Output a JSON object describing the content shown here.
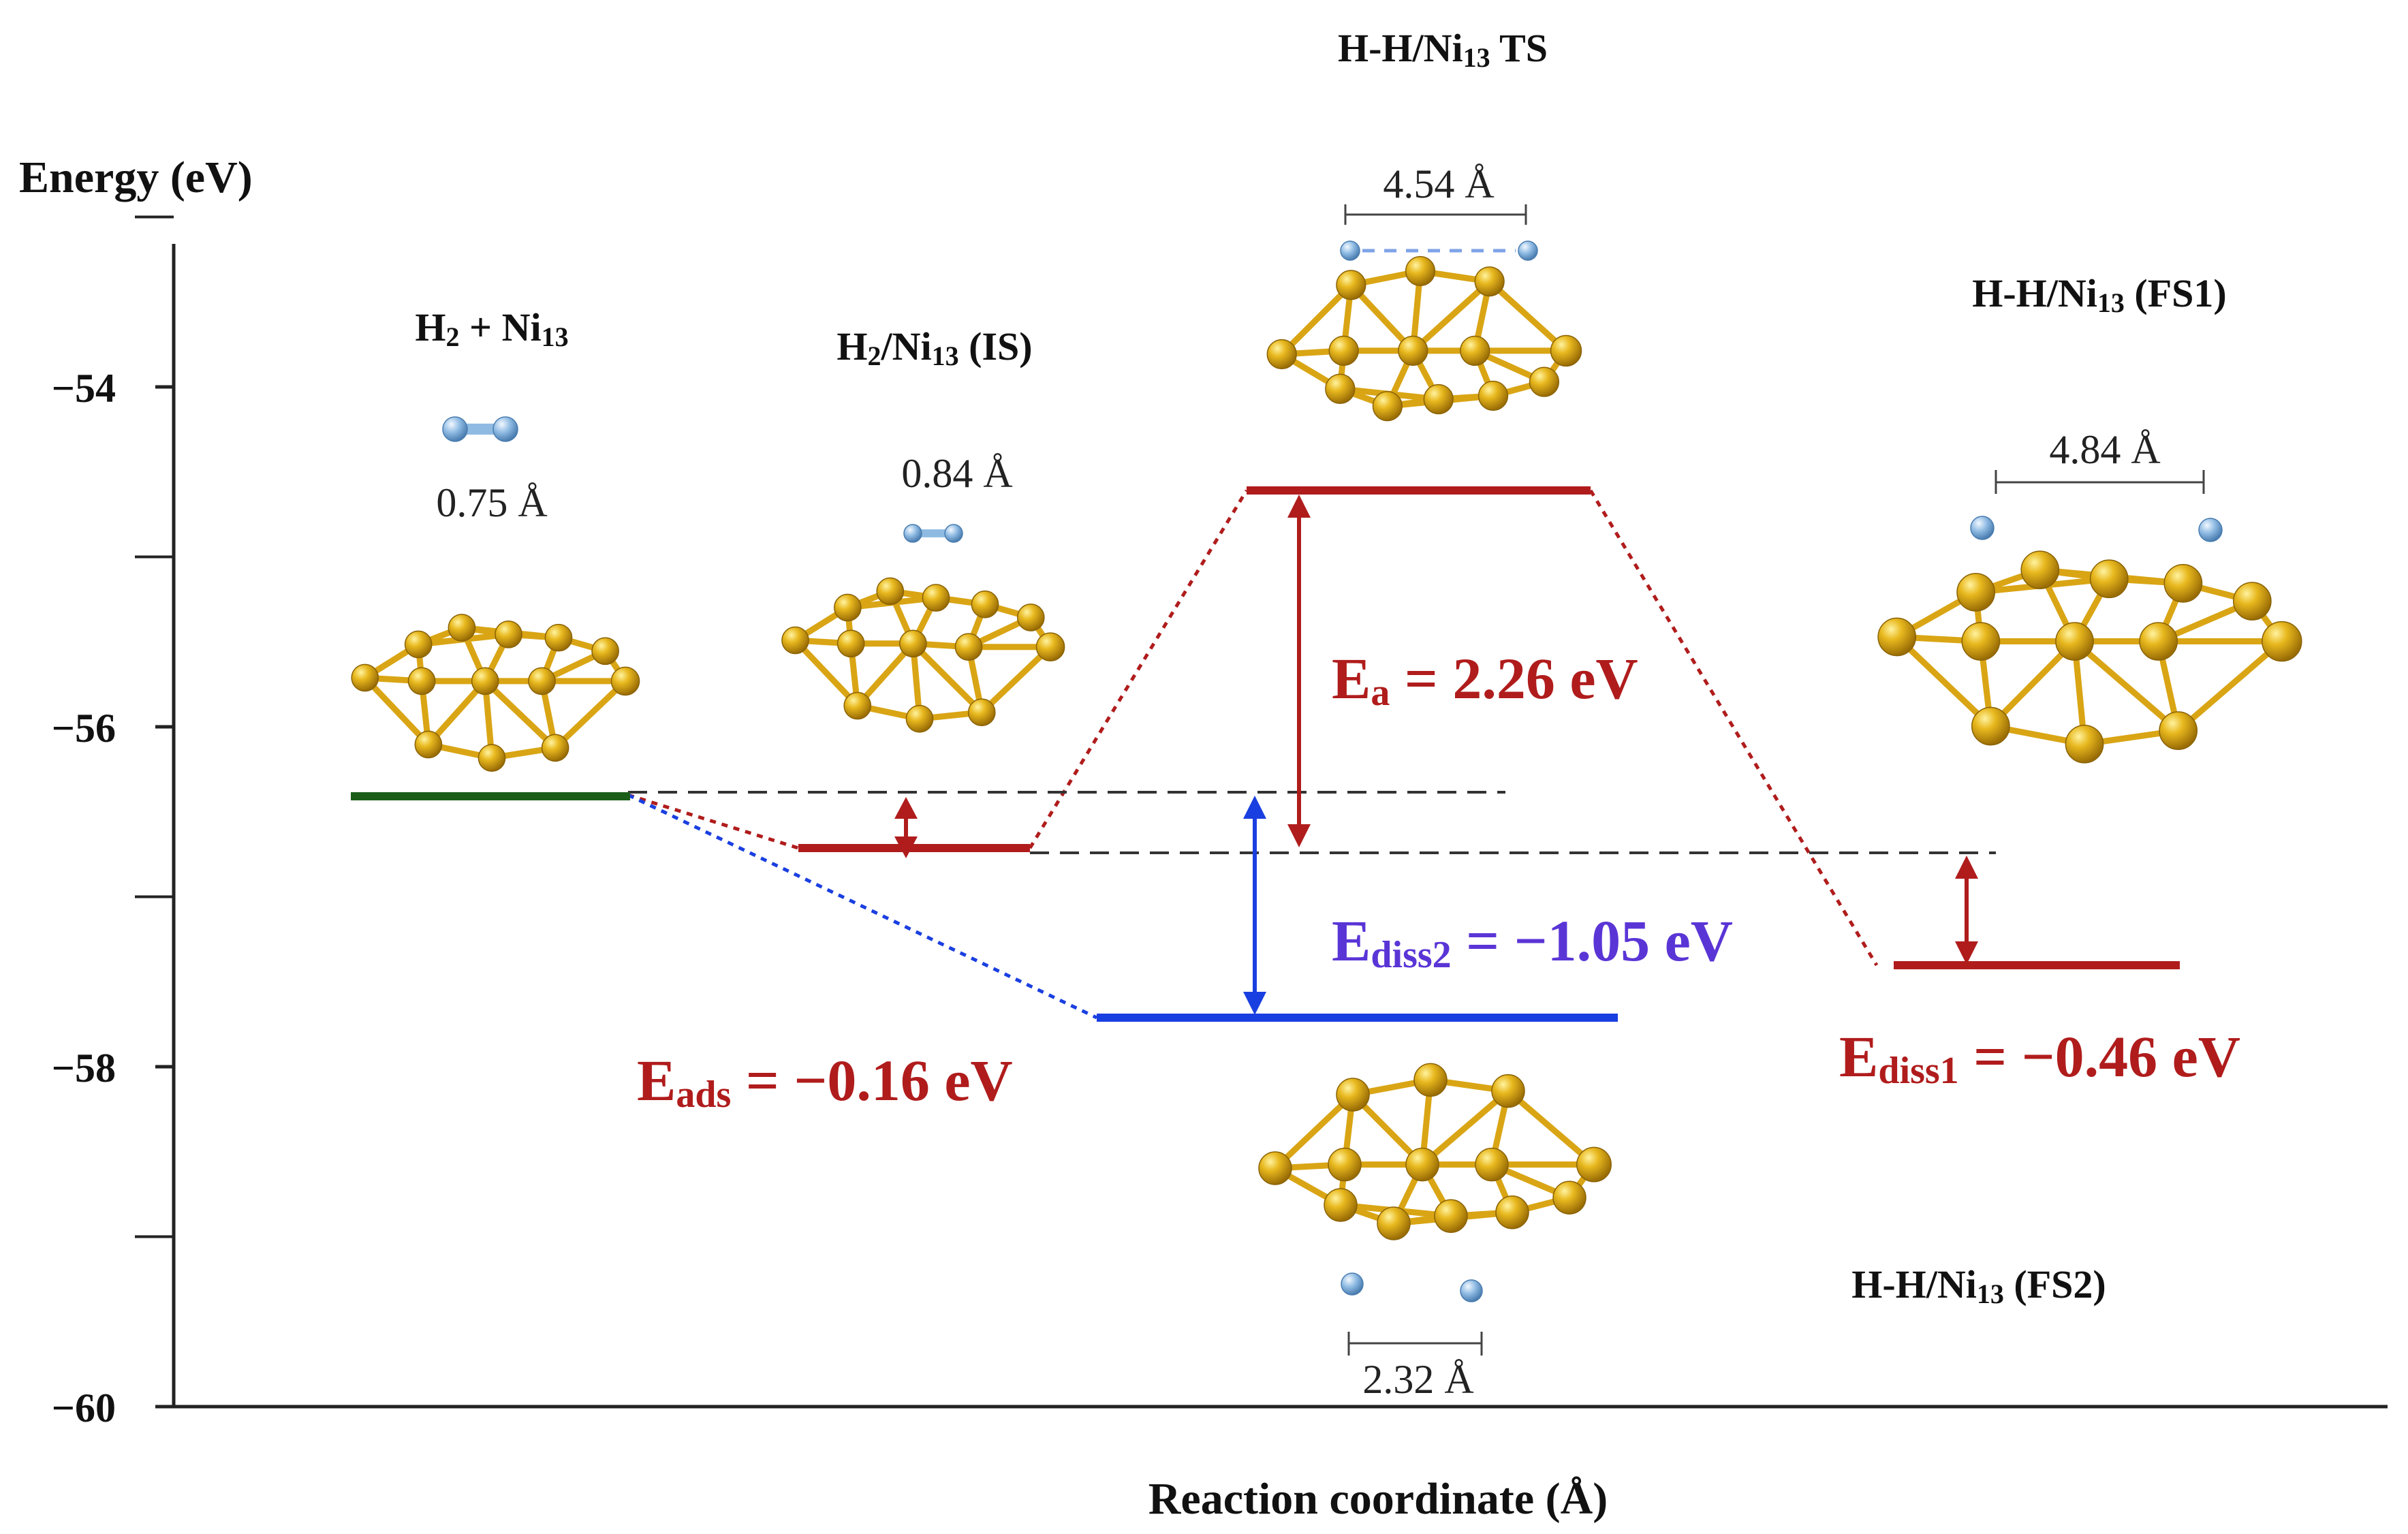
{
  "yaxis": {
    "title": "Energy  (eV)",
    "ticks": [
      {
        "value": -54,
        "label": "−54"
      },
      {
        "value": -56,
        "label": "−56"
      },
      {
        "value": -58,
        "label": "−58"
      },
      {
        "value": -60,
        "label": "−60"
      }
    ],
    "minor_ticks": [
      -53,
      -55,
      -57,
      -59
    ],
    "range": [
      -60,
      -52.9
    ]
  },
  "xaxis": {
    "title": "Reaction coordinate (Å)"
  },
  "states": [
    {
      "id": "reactants",
      "label_main": "H",
      "label_sub1": "2",
      "label_mid": "  +  Ni",
      "label_sub2": "13",
      "label_tail": "",
      "energy": -56.18,
      "color": "#1a5e1a"
    },
    {
      "id": "is",
      "label_main": "H",
      "label_sub1": "2",
      "label_mid": "/Ni",
      "label_sub2": "13",
      "label_tail": "  (IS)",
      "energy": -56.47,
      "color": "#b01c1c"
    },
    {
      "id": "ts",
      "label_main": "H-H/Ni",
      "label_sub1": "13",
      "label_mid": " TS",
      "label_sub2": "",
      "label_tail": "",
      "energy": -54.38,
      "color": "#b01c1c"
    },
    {
      "id": "fs1",
      "label_main": "H-H/Ni",
      "label_sub1": "13",
      "label_mid": "  (FS1)",
      "label_sub2": "",
      "label_tail": "",
      "energy": -57.16,
      "color": "#b01c1c"
    },
    {
      "id": "fs2",
      "label_main": "H-H/Ni",
      "label_sub1": "13",
      "label_mid": "  (FS2)",
      "label_sub2": "",
      "label_tail": "",
      "energy": -57.5,
      "color": "#1a3fe0"
    }
  ],
  "distances": {
    "reactants": "0.75 Å",
    "is": "0.84 Å",
    "ts": "4.54 Å",
    "fs1": "4.84 Å",
    "fs2": "2.32 Å"
  },
  "energies": {
    "ea": {
      "sym": "E",
      "sub": "a",
      "text": " = 2.26 eV",
      "color": "#b01c1c"
    },
    "eads": {
      "sym": "E",
      "sub": "ads",
      "text": " = −0.16 eV",
      "color": "#b01c1c"
    },
    "ediss1": {
      "sym": "E",
      "sub": "diss1",
      "text": " = −0.46 eV",
      "color": "#b01c1c"
    },
    "ediss2": {
      "sym": "E",
      "sub": "diss2",
      "text": " = −1.05 eV",
      "color": "#5a35d6"
    }
  },
  "colors": {
    "ni_atom": "#e3b21a",
    "ni_bond": "#d9a514",
    "h_atom": "#8fbbe3",
    "axis": "#222222",
    "dashed_ref": "#333333"
  },
  "icons": [
    "ni13-cluster",
    "h-atom",
    "h2-molecule"
  ]
}
